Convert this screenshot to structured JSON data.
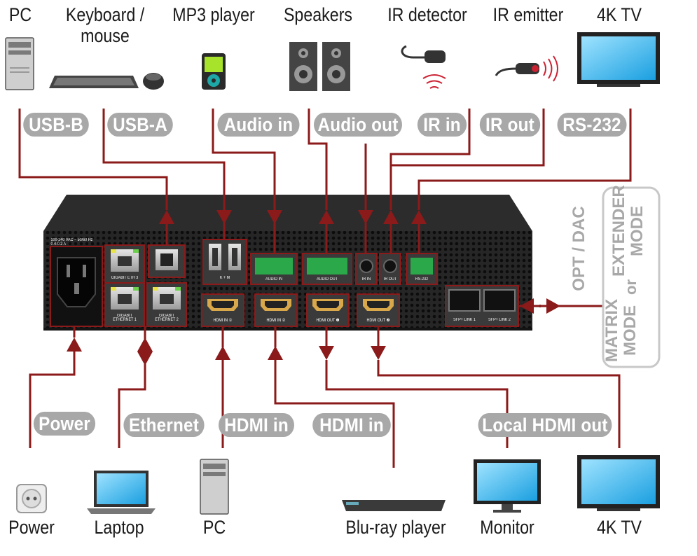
{
  "top_devices": [
    {
      "key": "pc",
      "label": "PC"
    },
    {
      "key": "keyboard",
      "label": "Keyboard /\nmouse"
    },
    {
      "key": "mp3",
      "label": "MP3 player"
    },
    {
      "key": "speakers",
      "label": "Speakers"
    },
    {
      "key": "ir_detector",
      "label": "IR detector"
    },
    {
      "key": "ir_emitter",
      "label": "IR emitter"
    },
    {
      "key": "tv",
      "label": "4K TV"
    }
  ],
  "top_signals": [
    "USB-B",
    "USB-A",
    "Audio in",
    "Audio out",
    "IR in",
    "IR out",
    "RS-232"
  ],
  "bottom_devices": [
    {
      "key": "power",
      "label": "Power"
    },
    {
      "key": "laptop",
      "label": "Laptop"
    },
    {
      "key": "pc",
      "label": "PC"
    },
    {
      "key": "bluray",
      "label": "Blu-ray player"
    },
    {
      "key": "monitor",
      "label": "Monitor"
    },
    {
      "key": "tv",
      "label": "4K TV"
    }
  ],
  "bottom_signals": [
    "Power",
    "Ethernet",
    "HDMI in",
    "HDMI in",
    "Local HDMI out"
  ],
  "side": {
    "opt_dac": "OPT / DAC",
    "matrix_mode": "MATRIX\nMODE",
    "or": "or",
    "extender_mode": "EXTENDER\nMODE"
  },
  "panel_text": {
    "power_spec": "100-240 VAC ~ 50/60 Hz\n0.4-0.2 A",
    "eth3": "GIGABIT ETH 3",
    "eth1": "GIGABIT\nETHERNET 1",
    "eth2": "GIGABIT\nETHERNET 2",
    "usb_a_keys": "K  +  M",
    "audio_in": "AUDIO IN",
    "audio_out": "AUDIO OUT",
    "ir_in": "IR IN",
    "ir_out": "IR OUT",
    "rs232": "RS-232",
    "hdmi_in1": "HDMI IN ①",
    "hdmi_in2": "HDMI IN ②",
    "hdmi_out1": "HDMI OUT ❶",
    "hdmi_out2": "HDMI OUT ❷",
    "sfp1": "SFP+ LINK 1",
    "sfp2": "SFP+ LINK 2"
  },
  "colors": {
    "line": "#8b1a1a",
    "pill": "#a8a8a8",
    "side_text": "#a8a8a8",
    "chassis": "#1f1f1f",
    "text": "#1a1a1a"
  }
}
